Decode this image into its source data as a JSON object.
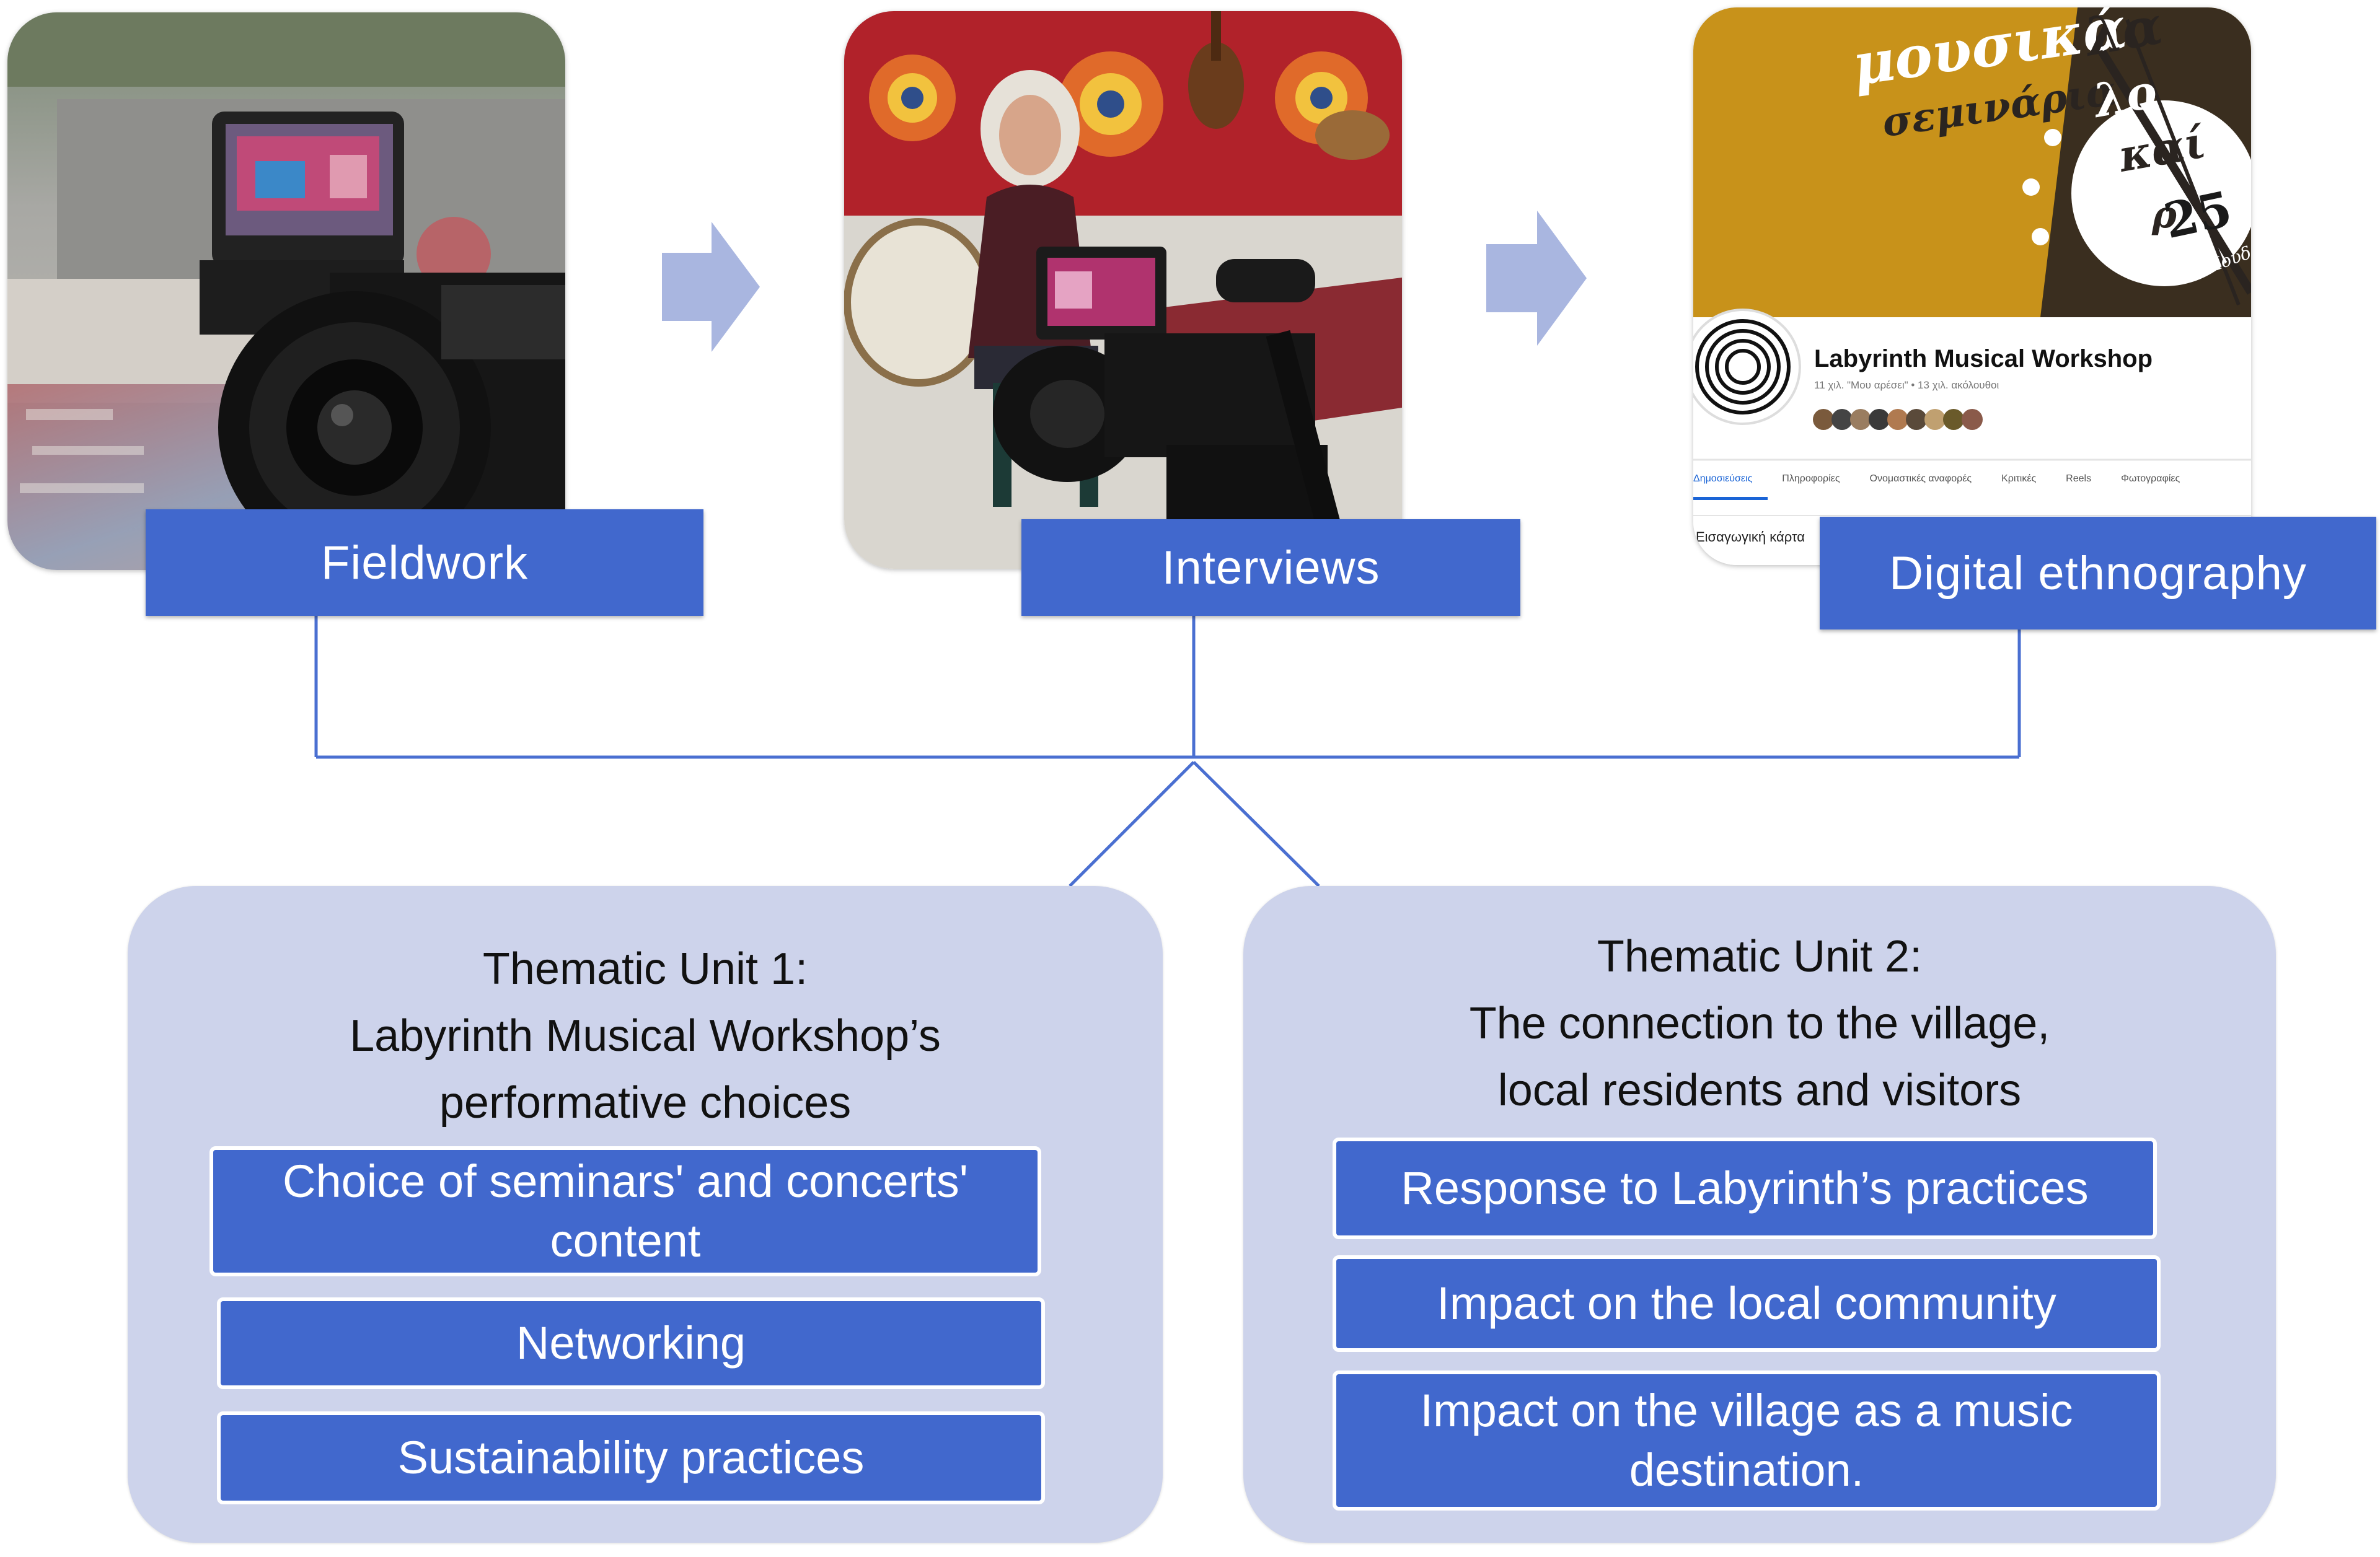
{
  "methods": [
    {
      "label": "Fieldwork"
    },
    {
      "label": "Interviews"
    },
    {
      "label": "Digital ethnography"
    }
  ],
  "digital_photo": {
    "page_name": "Labyrinth Musical Workshop",
    "page_meta": "11 χιλ. \"Μου αρέσει\" • 13 χιλ. ακόλουθοι",
    "tabs": [
      "Δημοσιεύσεις",
      "Πληροφορίες",
      "Ονομαστικές αναφορές",
      "Κριτικές",
      "Reels",
      "Φωτογραφίες"
    ],
    "sub_text": "Εισαγωγική κάρτα",
    "poster_line_1": "μουσικά",
    "poster_line_2": "σεμινάρια",
    "poster_word_a": "λα",
    "poster_word_b": "λο",
    "poster_word_c": "καί",
    "poster_word_d": "ρ",
    "poster_number": "25",
    "poster_small": "στο Χουδέτσι"
  },
  "units": [
    {
      "title_lines": [
        "Thematic Unit 1:",
        "Labyrinth Musical Workshop’s",
        "performative choices"
      ],
      "items": [
        "Choice of seminars' and concerts' content",
        "Networking",
        "Sustainability practices"
      ]
    },
    {
      "title_lines": [
        "Thematic Unit 2:",
        "The connection to the village,",
        "local residents and visitors"
      ],
      "items": [
        "Response to Labyrinth’s practices",
        "Impact on the local community",
        "Impact on the village as a music destination."
      ]
    }
  ],
  "colors": {
    "box_blue": "#4168cd",
    "unit_fill": "#cdd3eb",
    "connector": "#4a6fd1",
    "arrow": "#a9b6e0",
    "poster_ochre": "#c8921a"
  }
}
